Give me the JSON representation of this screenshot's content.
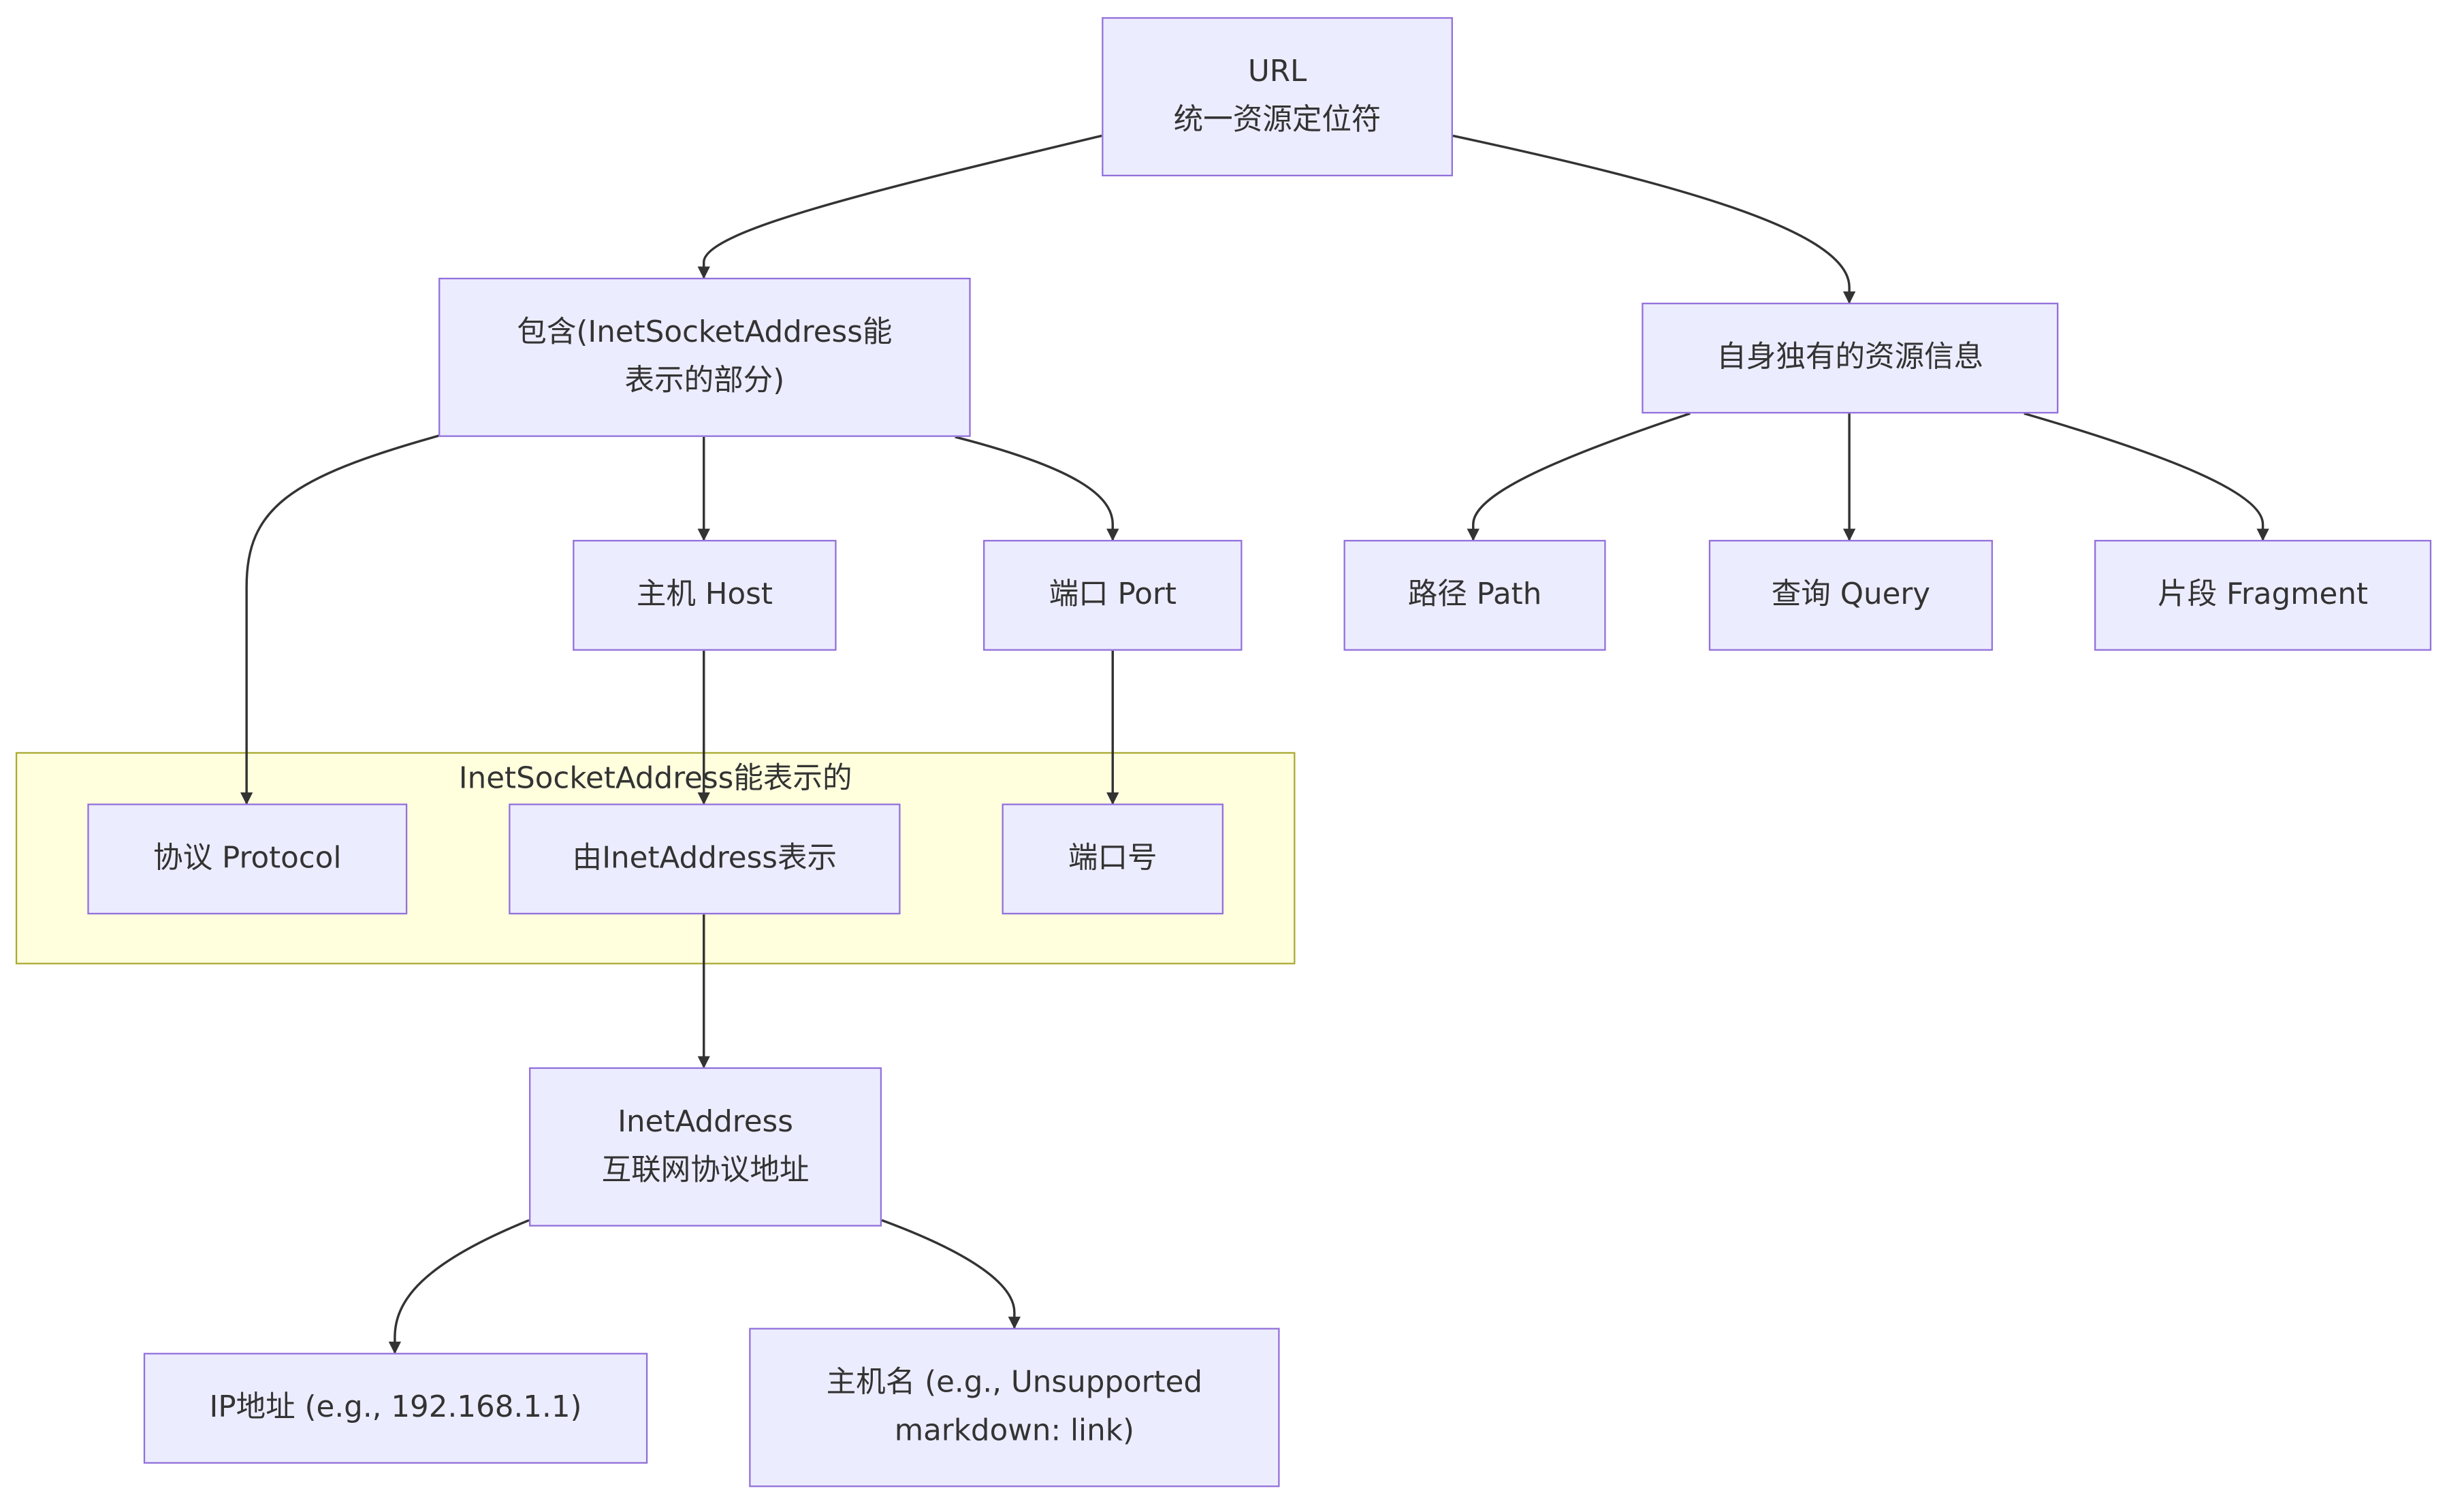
{
  "diagram": {
    "type": "flowchart",
    "cluster": {
      "label": "InetSocketAddress能表示的"
    },
    "nodes": {
      "url": {
        "lines": [
          "URL",
          "统一资源定位符"
        ]
      },
      "contains": {
        "lines": [
          "包含(InetSocketAddress能",
          "表示的部分)"
        ]
      },
      "own": {
        "lines": [
          "自身独有的资源信息"
        ]
      },
      "host": {
        "lines": [
          "主机 Host"
        ]
      },
      "port": {
        "lines": [
          "端口 Port"
        ]
      },
      "path": {
        "lines": [
          "路径 Path"
        ]
      },
      "query": {
        "lines": [
          "查询 Query"
        ]
      },
      "fragment": {
        "lines": [
          "片段 Fragment"
        ]
      },
      "protocol": {
        "lines": [
          "协议 Protocol"
        ]
      },
      "byinet": {
        "lines": [
          "由InetAddress表示"
        ]
      },
      "portnum": {
        "lines": [
          "端口号"
        ]
      },
      "inet": {
        "lines": [
          "InetAddress",
          "互联网协议地址"
        ]
      },
      "ip": {
        "lines": [
          "IP地址 (e.g., 192.168.1.1)"
        ]
      },
      "hostname": {
        "lines": [
          "主机名 (e.g., Unsupported",
          "markdown: link)"
        ]
      }
    },
    "edges": [
      {
        "from": "url",
        "to": "contains"
      },
      {
        "from": "url",
        "to": "own"
      },
      {
        "from": "contains",
        "to": "protocol"
      },
      {
        "from": "contains",
        "to": "host"
      },
      {
        "from": "contains",
        "to": "port"
      },
      {
        "from": "own",
        "to": "path"
      },
      {
        "from": "own",
        "to": "query"
      },
      {
        "from": "own",
        "to": "fragment"
      },
      {
        "from": "host",
        "to": "byinet"
      },
      {
        "from": "port",
        "to": "portnum"
      },
      {
        "from": "byinet",
        "to": "inet"
      },
      {
        "from": "inet",
        "to": "ip"
      },
      {
        "from": "inet",
        "to": "hostname"
      }
    ],
    "colors": {
      "node_fill": "#ececff",
      "node_border": "#9370db",
      "cluster_fill": "#ffffde",
      "cluster_border": "#aaaa33",
      "edge": "#333333",
      "text": "#333333"
    }
  }
}
